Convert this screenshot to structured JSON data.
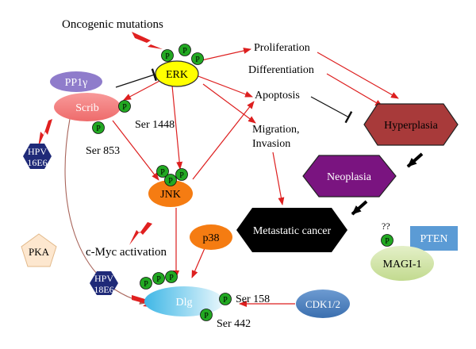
{
  "labels": {
    "oncogenic": "Oncogenic mutations",
    "cmyc": "c-Myc activation",
    "proliferation": "Proliferation",
    "differentiation": "Differentiation",
    "apoptosis": "Apoptosis",
    "migration_1": "Migration,",
    "migration_2": "Invasion",
    "ser1448": "Ser 1448",
    "ser853": "Ser 853",
    "ser158": "Ser 158",
    "ser442": "Ser 442",
    "unknown": "??"
  },
  "nodes": {
    "erk": "ERK",
    "scrib": "Scrib",
    "pp1": "PP1γ",
    "jnk": "JNK",
    "p38": "p38",
    "dlg": "Dlg",
    "cdk": "CDK1/2",
    "hpv16_1": "HPV",
    "hpv16_2": "16E6",
    "hpv18_1": "HPV",
    "hpv18_2": "18E6",
    "pka": "PKA",
    "hyperplasia": "Hyperplasia",
    "neoplasia": "Neoplasia",
    "metastatic": "Metastatic cancer",
    "pten": "PTEN",
    "magi": "MAGI-1"
  },
  "phospho_label": "P",
  "colors": {
    "erk": "#ffff00",
    "scrib": "#f47f7f",
    "pp1": "#8f7ccb",
    "jnk": "#f57c12",
    "p38": "#f57c12",
    "dlg": "#8fd8ef",
    "cdk": "#4a7fc0",
    "hpv": "#1f2a78",
    "pka": "#fde7cf",
    "hyperplasia": "#a83a3a",
    "neoplasia": "#7a1480",
    "metastatic": "#000000",
    "pten": "#5b9bd5",
    "magi": "#cfe2a8",
    "phospho": "#22a822",
    "activation": "#dd1f1f",
    "inhibition": "#111111"
  }
}
